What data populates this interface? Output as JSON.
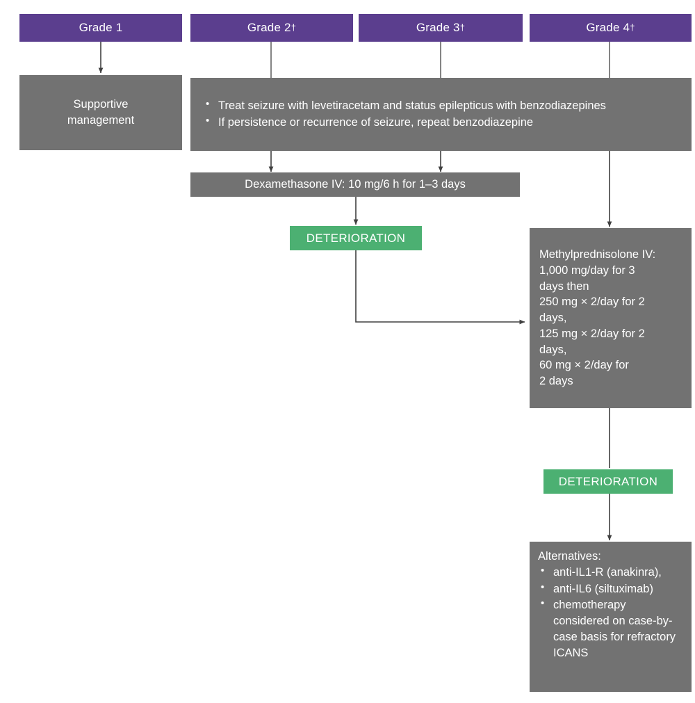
{
  "diagram": {
    "title": "ICANS grade-based management flowchart",
    "colors": {
      "grade_purple": "#5b3e8e",
      "action_gray": "#727272",
      "deterioration_green": "#4cb072",
      "connector": "#404040",
      "text_on_fill": "#ffffff",
      "background": "#ffffff"
    }
  },
  "grades": [
    {
      "label": "Grade 1",
      "dagger": ""
    },
    {
      "label": "Grade 2",
      "dagger": "†"
    },
    {
      "label": "Grade 3",
      "dagger": "†"
    },
    {
      "label": "Grade 4",
      "dagger": "†"
    }
  ],
  "nodes": {
    "supportive": {
      "text": "Supportive\nmanagement",
      "line1": "Supportive",
      "line2": "management"
    },
    "seizure": {
      "bullets": [
        "Treat seizure with levetiracetam and status epilepticus with benzodiazepines",
        "If persistence or recurrence of seizure, repeat benzodiazepine"
      ]
    },
    "dexamethasone": {
      "text": "Dexamethasone IV: 10 mg/6 h for 1–3 days"
    },
    "deterioration_1": {
      "text": "DETERIORATION"
    },
    "deterioration_2": {
      "text": "DETERIORATION"
    },
    "methylprednisolone": {
      "lines": [
        "Methylprednisolone IV:",
        "1,000 mg/day for 3",
        "days then",
        "250 mg × 2/day for 2",
        "days,",
        "125 mg × 2/day for 2",
        "days,",
        "60 mg × 2/day for",
        "2 days"
      ]
    },
    "alternatives": {
      "heading": "Alternatives:",
      "bullets": [
        "anti-IL1-R (anakinra),",
        "anti-IL6 (siltuximab)",
        "chemotherapy considered on case-by-case basis for refractory ICANS"
      ]
    }
  }
}
